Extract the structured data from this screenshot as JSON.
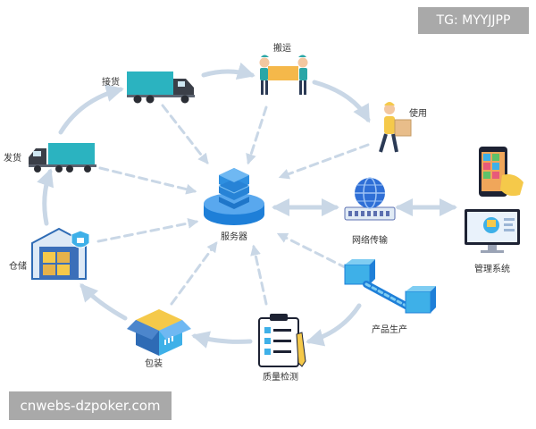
{
  "labels": {
    "pickup": "接货",
    "carry": "搬运",
    "use": "使用",
    "ship": "发货",
    "server": "服务器",
    "network": "网络传输",
    "mgmt": "管理系统",
    "warehouse": "仓储",
    "production": "产品生产",
    "packaging": "包装",
    "inspection": "质量检测"
  },
  "watermarks": {
    "top": "TG: MYYJJPP",
    "bottom": "cnwebs-dzpoker.com"
  },
  "colors": {
    "arrow": "#c9d7e6",
    "primary_blue": "#1e7fd8",
    "light_blue": "#3eb0e8",
    "cyan": "#2bb3c0",
    "accent_yellow": "#f5c94a",
    "text": "#333333"
  },
  "icons": {
    "pickup": "delivery-truck-icon",
    "ship": "semi-truck-icon",
    "carry": "workers-carrying-box-icon",
    "use": "person-with-package-icon",
    "server": "server-stack-icon",
    "network": "globe-network-icon",
    "mgmt_phone": "smartphone-app-icon",
    "mgmt_monitor": "monitor-dashboard-icon",
    "warehouse": "warehouse-shield-icon",
    "production": "conveyor-machine-icon",
    "packaging": "open-box-icon",
    "inspection": "clipboard-checklist-icon"
  }
}
